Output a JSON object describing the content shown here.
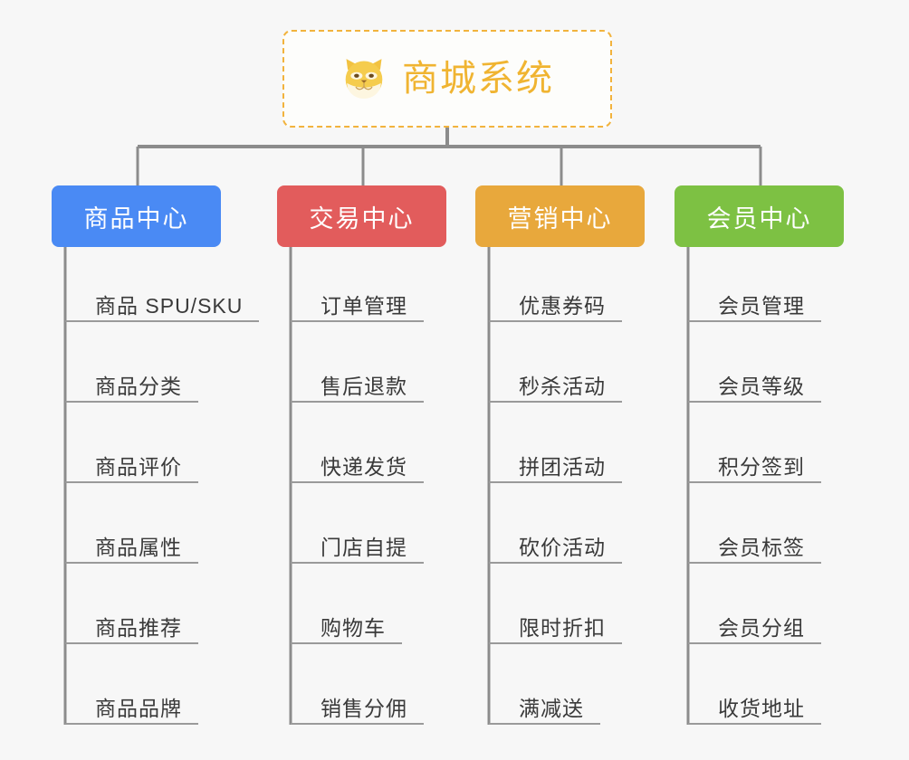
{
  "background_color": "#f7f7f7",
  "root": {
    "icon": "shiba-inu-face-icon",
    "title": "商城系统",
    "title_color": "#f0b431",
    "border_color": "#f2b33d"
  },
  "columns": [
    {
      "id": "product-center",
      "title": "商品中心",
      "color": "#4a8af4",
      "items": [
        "商品 SPU/SKU",
        "商品分类",
        "商品评价",
        "商品属性",
        "商品推荐",
        "商品品牌"
      ]
    },
    {
      "id": "trade-center",
      "title": "交易中心",
      "color": "#e25c5c",
      "items": [
        "订单管理",
        "售后退款",
        "快递发货",
        "门店自提",
        "购物车",
        "销售分佣"
      ]
    },
    {
      "id": "marketing-center",
      "title": "营销中心",
      "color": "#e8a83c",
      "items": [
        "优惠券码",
        "秒杀活动",
        "拼团活动",
        "砍价活动",
        "限时折扣",
        "满减送"
      ]
    },
    {
      "id": "member-center",
      "title": "会员中心",
      "color": "#7dc143",
      "items": [
        "会员管理",
        "会员等级",
        "积分签到",
        "会员标签",
        "会员分组",
        "收货地址"
      ]
    }
  ],
  "connector_color": "#8c8c8c"
}
